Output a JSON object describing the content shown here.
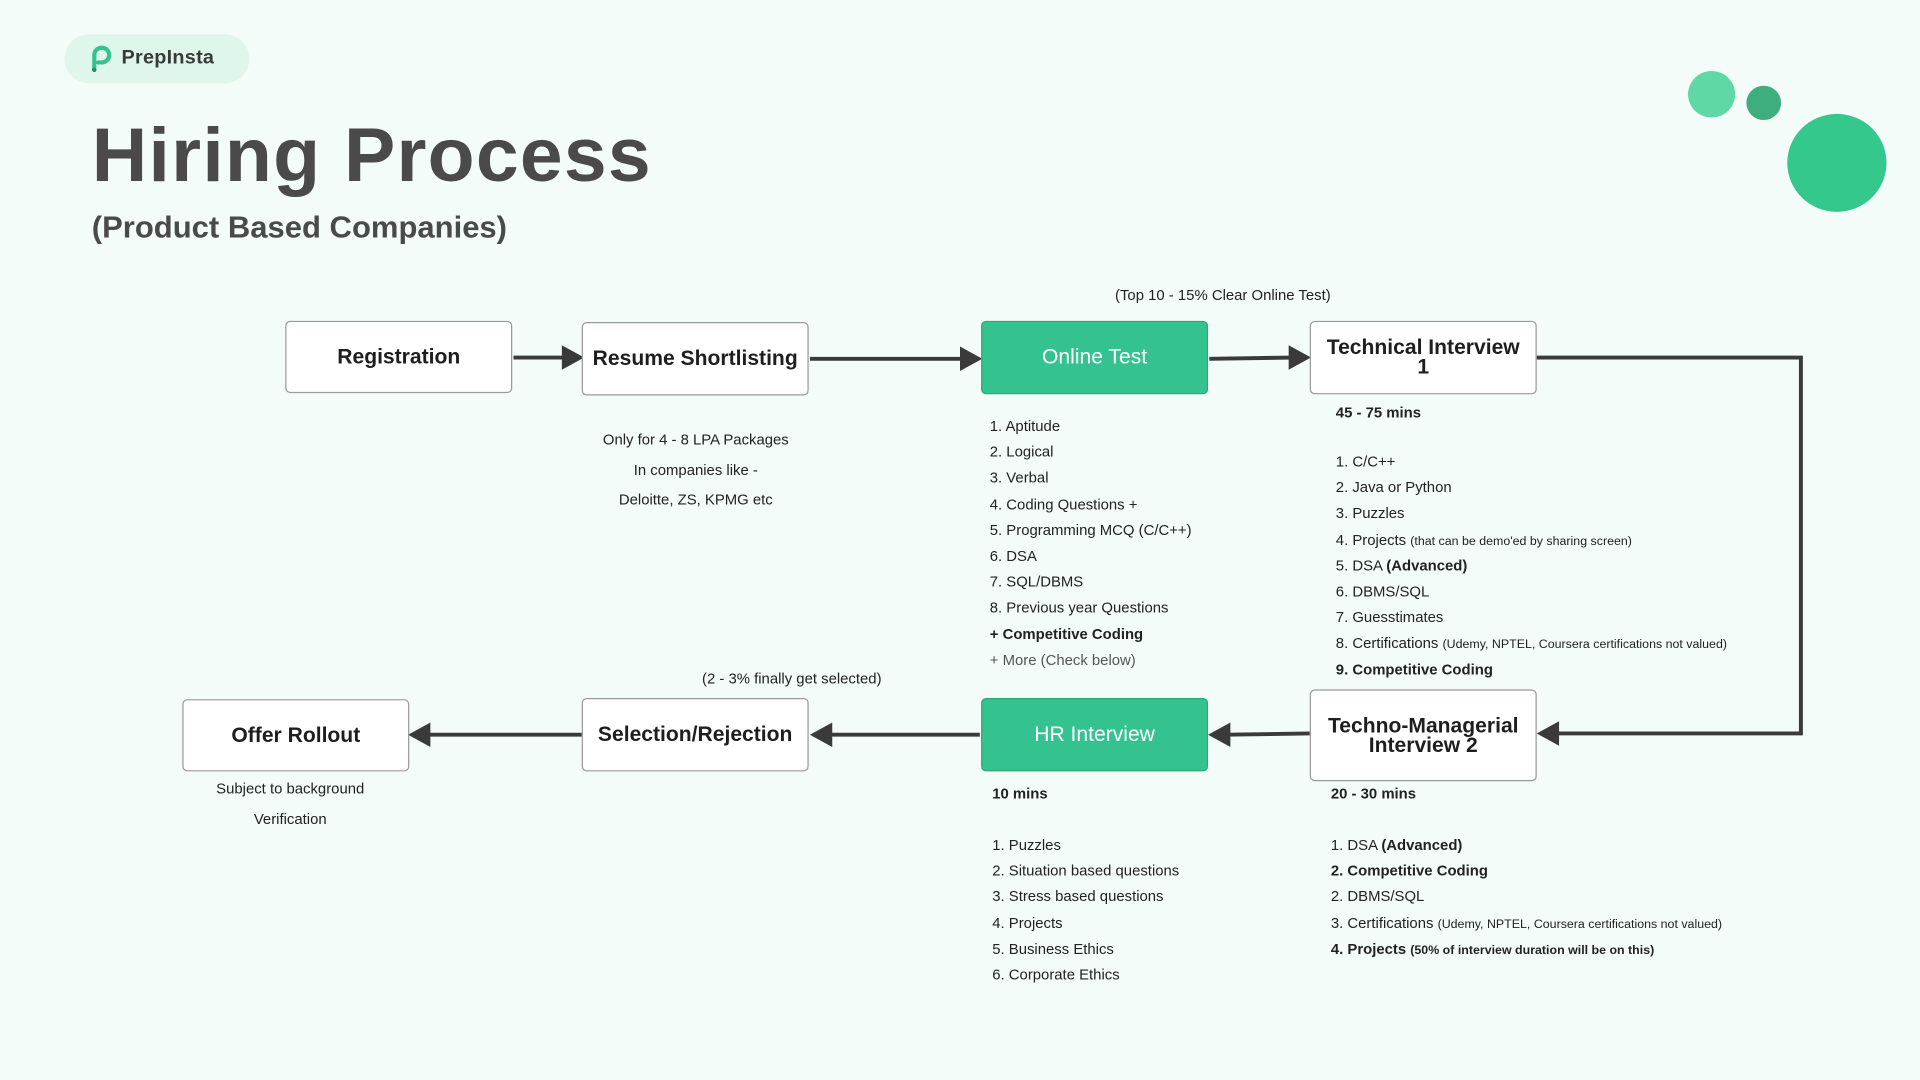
{
  "brand": {
    "name": "PrepInsta",
    "color": "#34c38f"
  },
  "header": {
    "title": "Hiring Process",
    "subtitle": "(Product Based Companies)"
  },
  "colors": {
    "background": "#f3fcf8",
    "accent": "#34c38f",
    "arrow": "#3a3a3a",
    "text": "#4a4a4a"
  },
  "steps": {
    "registration": "Registration",
    "resume": "Resume Shortlisting",
    "online_test": "Online Test",
    "tech1": "Technical Interview 1",
    "tech2": "Techno-Managerial Interview 2",
    "hr": "HR Interview",
    "selection": "Selection/Rejection",
    "offer": "Offer Rollout"
  },
  "notes": {
    "online_test_clear": "(Top 10 - 15% Clear Online Test)",
    "resume": [
      "Only for 4 - 8 LPA Packages",
      "In companies like -",
      "Deloitte, ZS, KPMG etc"
    ],
    "tech1_duration": "45 - 75 mins",
    "tech2_duration": "20 - 30 mins",
    "hr_duration": "10 mins",
    "selection": "(2 - 3% finally get selected)",
    "offer": [
      "Subject to background",
      "Verification"
    ]
  },
  "online_test_items": [
    "1. Aptitude",
    "2. Logical",
    "3. Verbal",
    "4. Coding Questions +",
    "5. Programming MCQ (C/C++)",
    "6. DSA",
    "7. SQL/DBMS",
    "8. Previous year Questions",
    "+ Competitive Coding",
    "+ More (Check below)"
  ],
  "tech1_items": {
    "i1": "1. C/C++",
    "i2": "2. Java or Python",
    "i3": "3. Puzzles",
    "i4": "4. Projects",
    "i4_note": "(that can be demo'ed by sharing screen)",
    "i5": "5. DSA",
    "i5_note": "(Advanced)",
    "i6": "6. DBMS/SQL",
    "i7": "7. Guesstimates",
    "i8": "8. Certifications",
    "i8_note": "(Udemy, NPTEL, Coursera certifications not valued)",
    "i9": "9. Competitive Coding"
  },
  "hr_items": [
    "1. Puzzles",
    "2. Situation based questions",
    "3. Stress based questions",
    "4. Projects",
    "5. Business Ethics",
    "6. Corporate Ethics"
  ],
  "tech2_items": {
    "i1": "1. DSA",
    "i1_note": "(Advanced)",
    "i2": "2. Competitive Coding",
    "i3": "2. DBMS/SQL",
    "i4": "3. Certifications",
    "i4_note": "(Udemy, NPTEL, Coursera certifications not valued)",
    "i5": "4. Projects",
    "i5_note": "(50% of interview duration will be on this)"
  }
}
